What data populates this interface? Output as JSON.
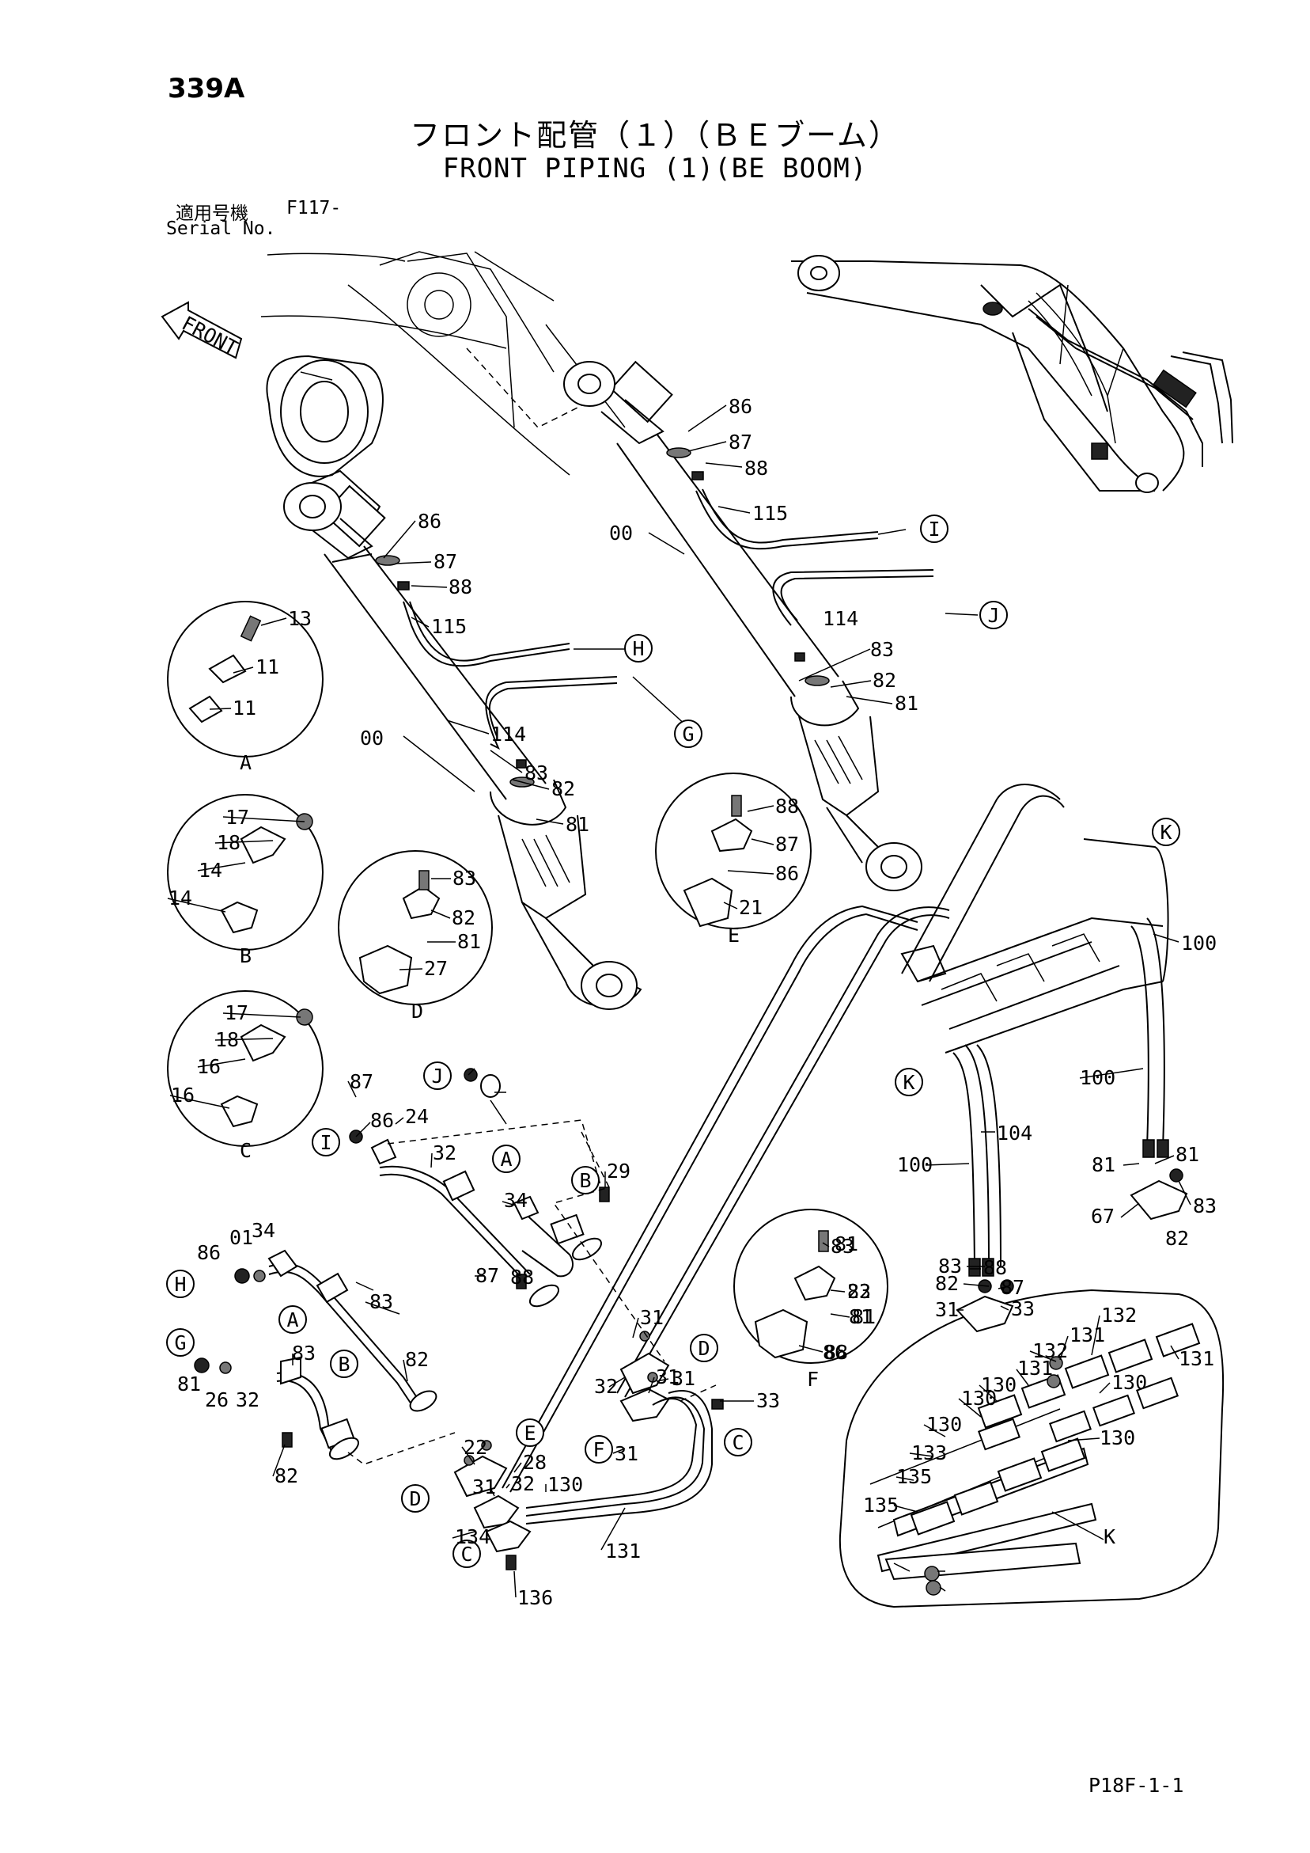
{
  "header": {
    "page_number": "339A",
    "title_jp": "フロント配管（１）（ＢＥブーム）",
    "title_en": "FRONT PIPING (1)(BE BOOM)",
    "serial_label_jp": "適用号機",
    "serial_value": "F117-",
    "serial_label_en": "Serial No."
  },
  "front_arrow": "FRONT",
  "footer": {
    "code": "P18F-1-1"
  },
  "detail_views": [
    "A",
    "B",
    "C",
    "D",
    "E",
    "F",
    "K"
  ],
  "connection_markers": [
    "H",
    "G",
    "I",
    "J",
    "K",
    "K",
    "J",
    "I",
    "A",
    "B",
    "H",
    "A",
    "G",
    "B",
    "E",
    "D",
    "D",
    "F",
    "C",
    "C"
  ],
  "callouts": [
    "86",
    "87",
    "88",
    "115",
    "00",
    "114",
    "83",
    "82",
    "81",
    "86",
    "87",
    "88",
    "115",
    "00",
    "114",
    "83",
    "82",
    "81",
    "13",
    "11",
    "11",
    "17",
    "18",
    "14",
    "14",
    "83",
    "82",
    "81",
    "27",
    "88",
    "87",
    "86",
    "21",
    "17",
    "18",
    "16",
    "16",
    "100",
    "100",
    "104",
    "100",
    "81",
    "81",
    "83",
    "67",
    "82",
    "83",
    "82",
    "81",
    "88",
    "87",
    "86",
    "24",
    "32",
    "29",
    "34",
    "88",
    "87",
    "86",
    "01",
    "34",
    "83",
    "82",
    "81",
    "26",
    "32",
    "83",
    "82",
    "81",
    "23",
    "81",
    "86",
    "83",
    "88",
    "82",
    "87",
    "31",
    "33",
    "31",
    "32",
    "31",
    "33",
    "31",
    "31",
    "22",
    "31",
    "28",
    "32",
    "134",
    "130",
    "131",
    "136",
    "132",
    "131",
    "132",
    "131",
    "130",
    "131",
    "130",
    "130",
    "130",
    "130",
    "133",
    "135",
    "135"
  ]
}
